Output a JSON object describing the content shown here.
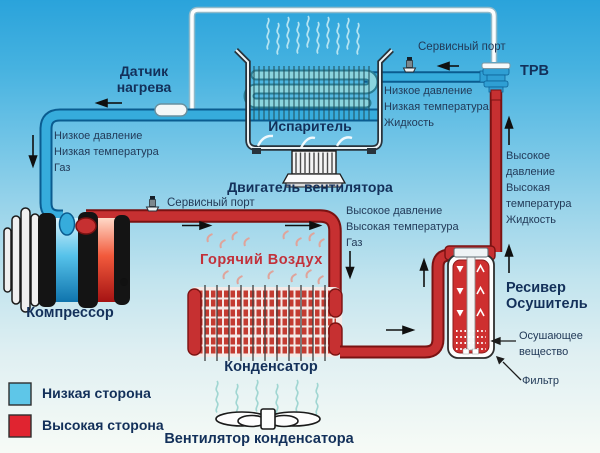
{
  "labels": {
    "heat_sensor": "Датчик\nнагрева",
    "evaporator": "Испаритель",
    "fan_motor": "Двигатель вентилятора",
    "service_port_low": "Сервисный порт",
    "service_port_high": "Сервисный порт",
    "trv": "ТРВ",
    "compressor": "Компрессор",
    "condenser": "Конденсатор",
    "condenser_fan": "Вентилятор конденсатора",
    "receiver_drier": "Ресивер\nОсушитель",
    "desiccant": "Осушающее\nвещество",
    "filter": "Фильтр",
    "hot_air": "Горячий Воздух"
  },
  "state_labels": {
    "low_pressure_gas": "Низкое давление\nНизкая температура\nГаз",
    "low_pressure_liquid": "Низкое давление\nНизкая температура\nЖидкость",
    "high_pressure_gas": "Высокое давление\nВысокая температура\nГаз",
    "high_pressure_liquid": "Высокое давление\nВысокая\nтемпература\nЖидкость"
  },
  "legend": {
    "low_side": {
      "label": "Низкая сторона",
      "color": "#5ec6e8"
    },
    "high_side": {
      "label": "Высокая сторона",
      "color": "#e02430"
    }
  },
  "colors": {
    "low_side_pipe": "#36acdc",
    "high_side_pipe": "#c63031",
    "hot_air_text": "#c2313a",
    "label_text": "#13305a"
  }
}
